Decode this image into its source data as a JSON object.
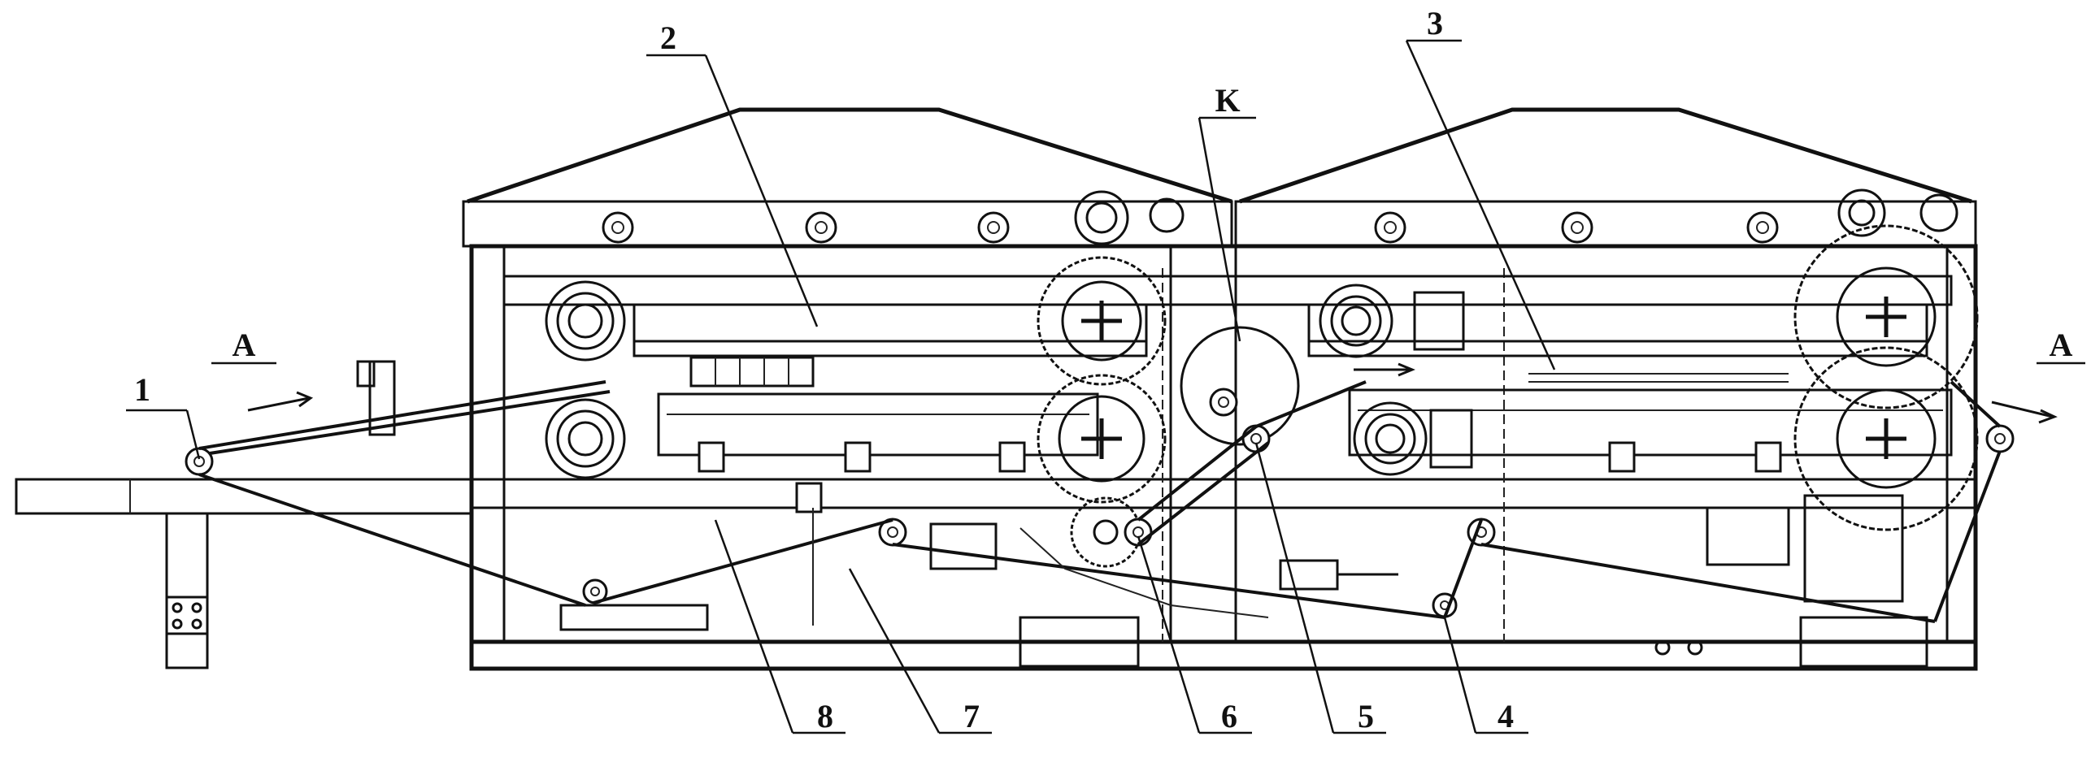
{
  "callouts": [
    {
      "id": "1",
      "text": "1"
    },
    {
      "id": "2",
      "text": "2"
    },
    {
      "id": "3",
      "text": "3"
    },
    {
      "id": "4",
      "text": "4"
    },
    {
      "id": "5",
      "text": "5"
    },
    {
      "id": "6",
      "text": "6"
    },
    {
      "id": "7",
      "text": "7"
    },
    {
      "id": "8",
      "text": "8"
    },
    {
      "id": "K",
      "text": "K"
    },
    {
      "id": "A_left",
      "text": "A"
    },
    {
      "id": "A_right",
      "text": "A"
    }
  ],
  "colors": {
    "line": "#111111",
    "background": "#ffffff"
  }
}
